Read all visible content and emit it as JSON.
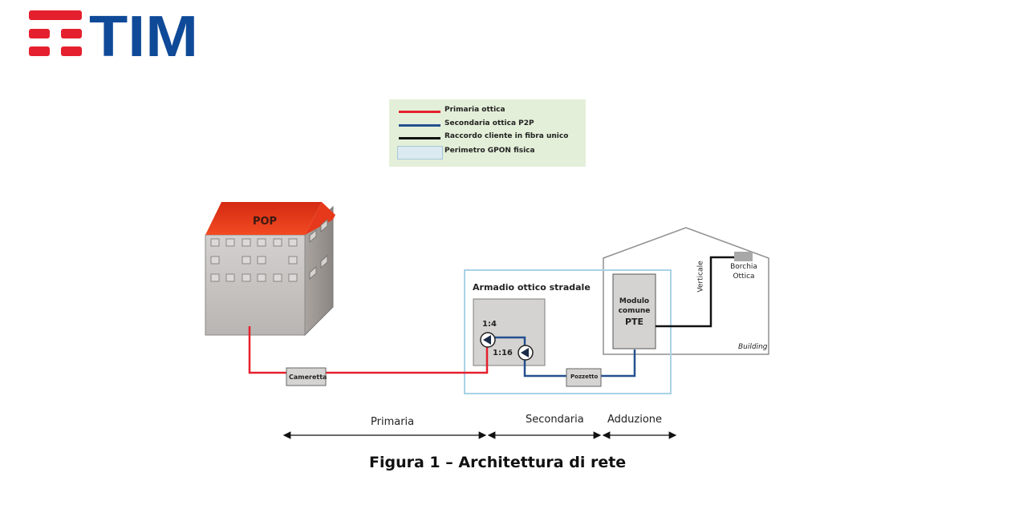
{
  "brand": {
    "name": "TIM",
    "colors": {
      "red": "#e5202e",
      "blue": "#0f4a98"
    }
  },
  "legend": {
    "items": [
      {
        "label": "Primaria ottica",
        "kind": "line",
        "color": "#e5202e"
      },
      {
        "label": "Secondaria ottica P2P",
        "kind": "line",
        "color": "#25508f"
      },
      {
        "label": "Raccordo cliente in fibra unico",
        "kind": "line",
        "color": "#111111"
      },
      {
        "label": "Perimetro GPON fisica",
        "kind": "box",
        "color": "#dbe9f1"
      }
    ]
  },
  "diagram": {
    "pop_label": "POP",
    "cameretta_label": "Cameretta",
    "armadio_label": "Armadio ottico stradale",
    "splitter1_label": "1:4",
    "splitter2_label": "1:16",
    "pozzetto_label": "Pozzetto",
    "pte_line1": "Modulo",
    "pte_line2": "comune",
    "pte_line3": "PTE",
    "verticale_label": "Verticale",
    "borchia_line1": "Borchia",
    "borchia_line2": "Ottica",
    "building_label": "Building",
    "colors": {
      "primary": "#e5202e",
      "secondary": "#25508f",
      "drop": "#111111",
      "gpon_perimeter": "#a9d2e6",
      "roof": "#e8321c",
      "wall": "#c9c6c4"
    }
  },
  "segments": [
    {
      "label": "Primaria"
    },
    {
      "label": "Secondaria"
    },
    {
      "label": "Adduzione"
    }
  ],
  "caption": "Figura 1 – Architettura di rete"
}
